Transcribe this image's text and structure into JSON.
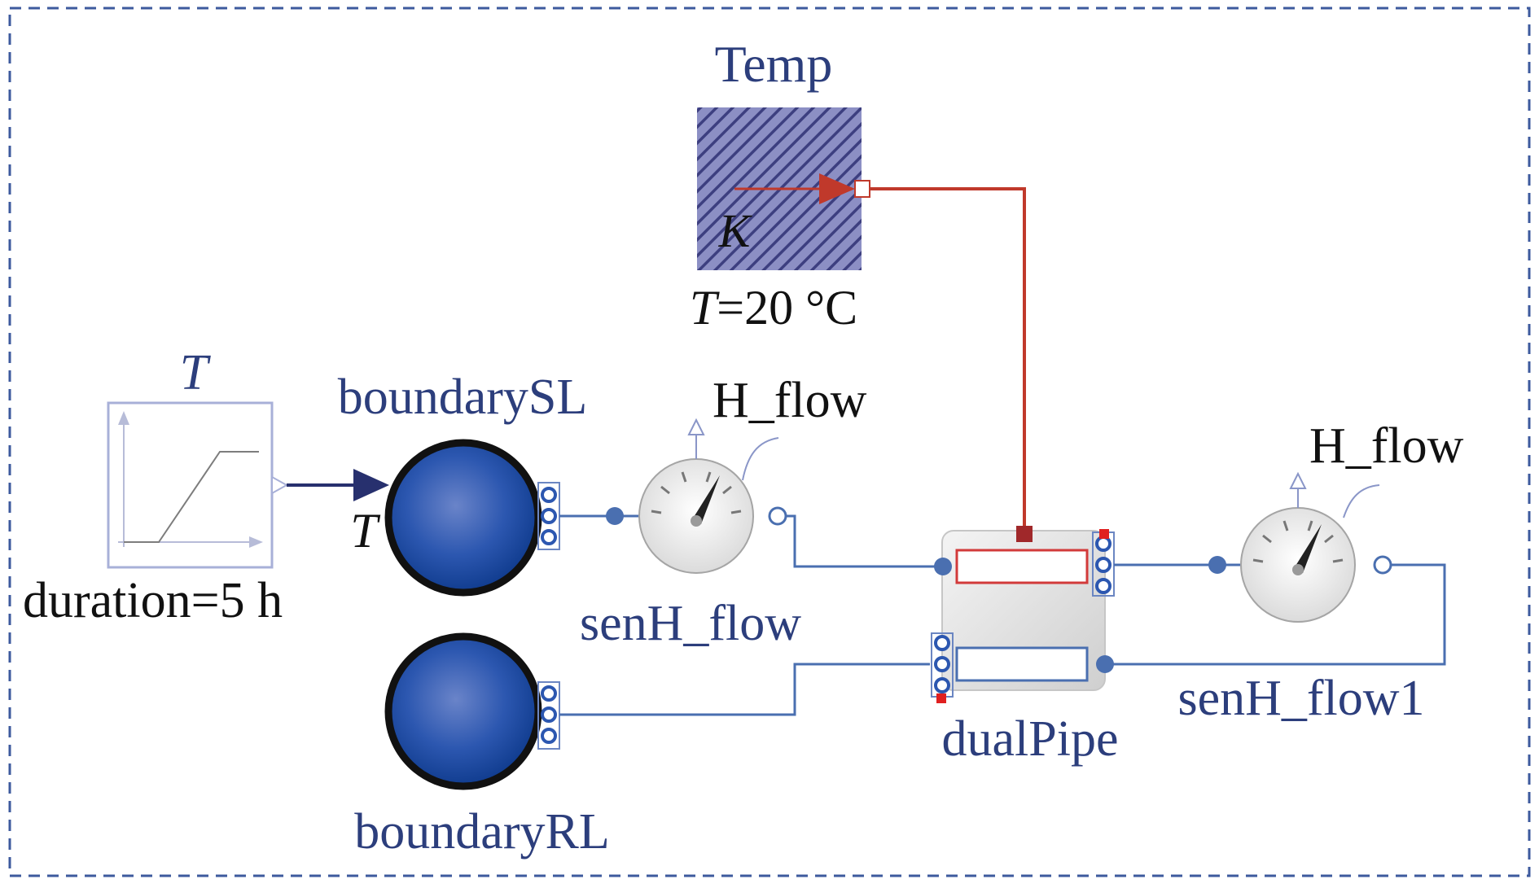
{
  "diagram": {
    "temp": {
      "name": "Temp",
      "port_label": "K",
      "param": "T=20 °C",
      "param_var": "T",
      "param_value": "=20 °C"
    },
    "ramp": {
      "name": "T",
      "param": "duration=5 h"
    },
    "boundary_sl": {
      "name": "boundarySL",
      "input_label": "T"
    },
    "boundary_rl": {
      "name": "boundaryRL"
    },
    "sensor1": {
      "name": "senH_flow",
      "output_label": "H_flow"
    },
    "sensor2": {
      "name": "senH_flow1",
      "output_label": "H_flow"
    },
    "dual_pipe": {
      "name": "dualPipe"
    }
  },
  "colors": {
    "frame": "#3d5a9e",
    "fluid_line": "#4a6fb0",
    "thermal_line": "#c0392b",
    "signal_line": "#27306e",
    "label_blue": "#2c3e7c",
    "hatch": "#3d3f80"
  }
}
